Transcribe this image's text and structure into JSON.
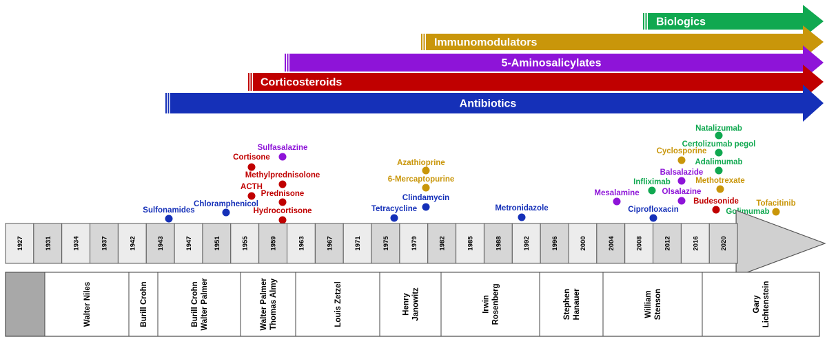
{
  "colors": {
    "antibiotic": "#1530B8",
    "corticosteroid": "#C00000",
    "aminosalicylate": "#8E14D8",
    "immunomodulator": "#C9960A",
    "biologic": "#10A850",
    "timeline_cell": "#D6D6D6",
    "timeline_cell_alt": "#ECECEC",
    "person_first_cell": "#A8A8A8"
  },
  "therapy_bars": [
    {
      "label": "Biologics",
      "class": "biologic"
    },
    {
      "label": "Immunomodulators",
      "class": "immunomodulator"
    },
    {
      "label": "5-Aminosalicylates",
      "class": "aminosalicylate"
    },
    {
      "label": "Corticosteroids",
      "class": "corticosteroid"
    },
    {
      "label": "Antibiotics",
      "class": "antibiotic"
    }
  ],
  "years": [
    "1927",
    "1931",
    "1934",
    "1937",
    "1942",
    "1943",
    "1947",
    "1951",
    "1955",
    "1959",
    "1963",
    "1967",
    "1971",
    "1975",
    "1979",
    "1982",
    "1985",
    "1988",
    "1992",
    "1996",
    "2000",
    "2004",
    "2008",
    "2012",
    "2016",
    "2020"
  ],
  "drugs": [
    {
      "name": "Sulfonamides",
      "class": "antibiotic",
      "year": "1943"
    },
    {
      "name": "Chloramphenicol",
      "class": "antibiotic",
      "year": "1951"
    },
    {
      "name": "Sulfasalazine",
      "class": "aminosalicylate",
      "year": "1959"
    },
    {
      "name": "Cortisone",
      "class": "corticosteroid",
      "year": "1955"
    },
    {
      "name": "Methylprednisolone",
      "class": "corticosteroid",
      "year": "1959"
    },
    {
      "name": "ACTH",
      "class": "corticosteroid",
      "year": "1955"
    },
    {
      "name": "Prednisone",
      "class": "corticosteroid",
      "year": "1959"
    },
    {
      "name": "Hydrocortisone",
      "class": "corticosteroid",
      "year": "1959"
    },
    {
      "name": "Tetracycline",
      "class": "antibiotic",
      "year": "1975"
    },
    {
      "name": "Clindamycin",
      "class": "antibiotic",
      "year": "1979"
    },
    {
      "name": "Azathioprine",
      "class": "immunomodulator",
      "year": "1979"
    },
    {
      "name": "6-Mercaptopurine",
      "class": "immunomodulator",
      "year": "1979"
    },
    {
      "name": "Metronidazole",
      "class": "antibiotic",
      "year": "1988"
    },
    {
      "name": "Mesalamine",
      "class": "aminosalicylate",
      "year": "2000"
    },
    {
      "name": "Ciprofloxacin",
      "class": "antibiotic",
      "year": "2004"
    },
    {
      "name": "Infliximab",
      "class": "biologic",
      "year": "2004"
    },
    {
      "name": "Balsalazide",
      "class": "aminosalicylate",
      "year": "2008"
    },
    {
      "name": "Olsalazine",
      "class": "aminosalicylate",
      "year": "2008"
    },
    {
      "name": "Cyclosporine",
      "class": "immunomodulator",
      "year": "2008"
    },
    {
      "name": "Natalizumab",
      "class": "biologic",
      "year": "2012"
    },
    {
      "name": "Certolizumab pegol",
      "class": "biologic",
      "year": "2012"
    },
    {
      "name": "Adalimumab",
      "class": "biologic",
      "year": "2012"
    },
    {
      "name": "Methotrexate",
      "class": "immunomodulator",
      "year": "2012"
    },
    {
      "name": "Budesonide",
      "class": "corticosteroid",
      "year": "2012"
    },
    {
      "name": "Golimumab",
      "class": "biologic",
      "year": "2016"
    },
    {
      "name": "Tofacitinib",
      "class": "immunomodulator",
      "year": "2016"
    }
  ],
  "people": [
    {
      "lines": [
        ""
      ]
    },
    {
      "lines": [
        "Walter Niles"
      ]
    },
    {
      "lines": [
        "Burill Crohn"
      ]
    },
    {
      "lines": [
        "Burill Crohn",
        "Walter Palmer"
      ]
    },
    {
      "lines": [
        "Walter Palmer",
        "Thomas Almy"
      ]
    },
    {
      "lines": [
        "Louis Zetzel"
      ]
    },
    {
      "lines": [
        "Henry",
        "Janowitz"
      ]
    },
    {
      "lines": [
        "Irwin",
        "Rosenberg"
      ]
    },
    {
      "lines": [
        "Stephen",
        "Hanauer"
      ]
    },
    {
      "lines": [
        "William",
        "Stenson"
      ]
    },
    {
      "lines": [
        "Gary",
        "Lichtenstein"
      ]
    }
  ]
}
